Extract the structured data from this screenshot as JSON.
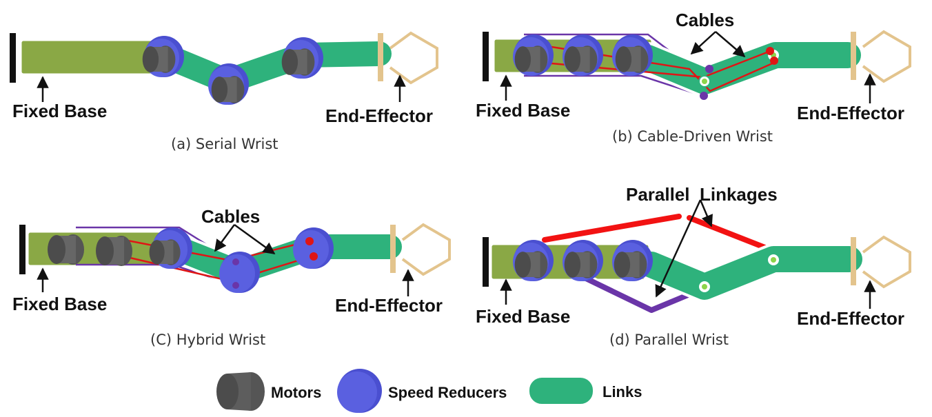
{
  "colors": {
    "base": "#8aa845",
    "link": "#2eb27c",
    "reducer": "#4a4fd0",
    "motor": "#5a5a5a",
    "cable": "#e01515",
    "parallel_red": "#f21212",
    "parallel_purple": "#6a35a8",
    "effector": "#e3c48d",
    "joint_dot": "#8cd44a"
  },
  "panels": {
    "a": {
      "caption": "(a) Serial Wrist",
      "base_label": "Fixed Base",
      "effector_label": "End-Effector"
    },
    "b": {
      "caption": "(b) Cable-Driven Wrist",
      "base_label": "Fixed Base",
      "effector_label": "End-Effector",
      "cables_label": "Cables"
    },
    "c": {
      "caption": "(C) Hybrid Wrist",
      "base_label": "Fixed Base",
      "effector_label": "End-Effector",
      "cables_label": "Cables"
    },
    "d": {
      "caption": "(d) Parallel Wrist",
      "base_label": "Fixed Base",
      "effector_label": "End-Effector",
      "linkages_label": "Parallel  Linkages"
    }
  },
  "legend": {
    "items": [
      {
        "label": "Motors",
        "icon": "motor-icon"
      },
      {
        "label": "Speed Reducers",
        "icon": "speed-reducer-icon"
      },
      {
        "label": "Links",
        "icon": "link-icon"
      }
    ]
  }
}
